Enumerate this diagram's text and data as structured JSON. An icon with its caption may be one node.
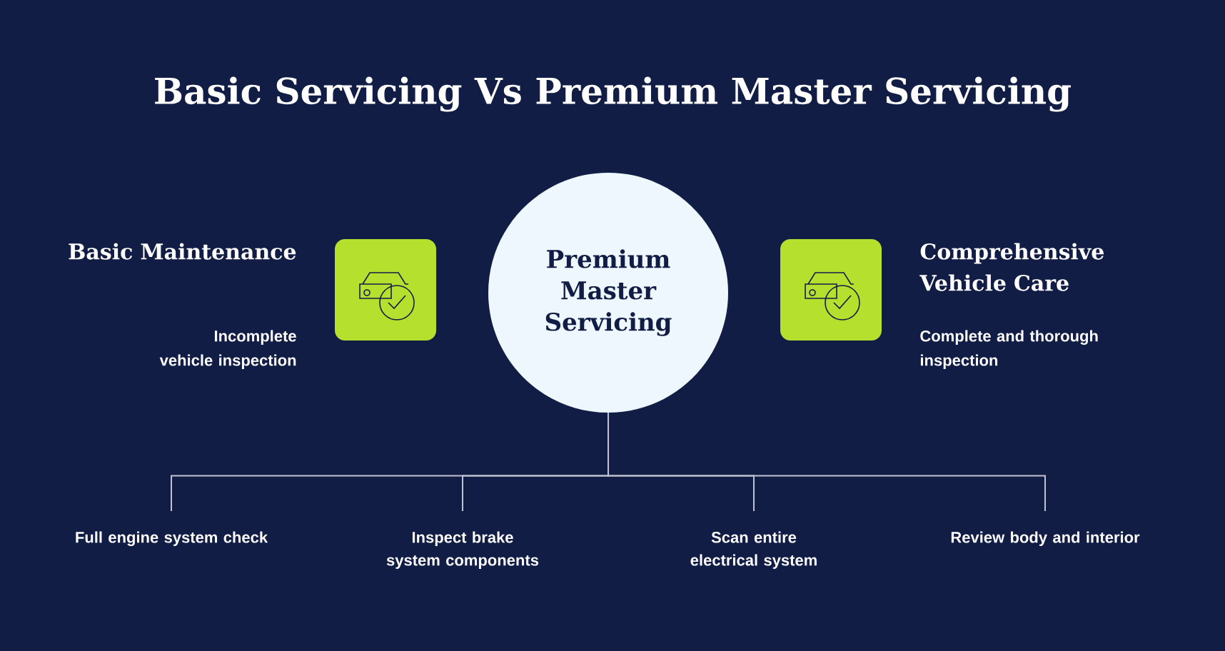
{
  "diagram": {
    "title": "Basic Servicing Vs Premium Master Servicing",
    "nodes": [
      {
        "text": [
          "Premium Master Servicing"
        ]
      },
      {
        "text": [],
        "shape": "box",
        "beside": [
          "Basic Maintenance",
          "Incomplete vehicle inspection"
        ]
      },
      {
        "text": [],
        "shape": "box",
        "beside": [
          "Comprehensive Vehicle Care",
          "Complete and thorough inspection"
        ]
      },
      {
        "text": [
          "Full engine system check"
        ]
      },
      {
        "text": [
          "Inspect brake system components"
        ]
      },
      {
        "text": [
          "Scan entire electrical system"
        ]
      },
      {
        "text": [
          "Review body and interior"
        ]
      }
    ],
    "edges": [
      {
        "from": 0,
        "to": 3,
        "arrow": "none"
      },
      {
        "from": 0,
        "to": 4,
        "arrow": "none"
      },
      {
        "from": 0,
        "to": 5,
        "arrow": "none"
      },
      {
        "from": 0,
        "to": 6,
        "arrow": "none"
      }
    ]
  }
}
